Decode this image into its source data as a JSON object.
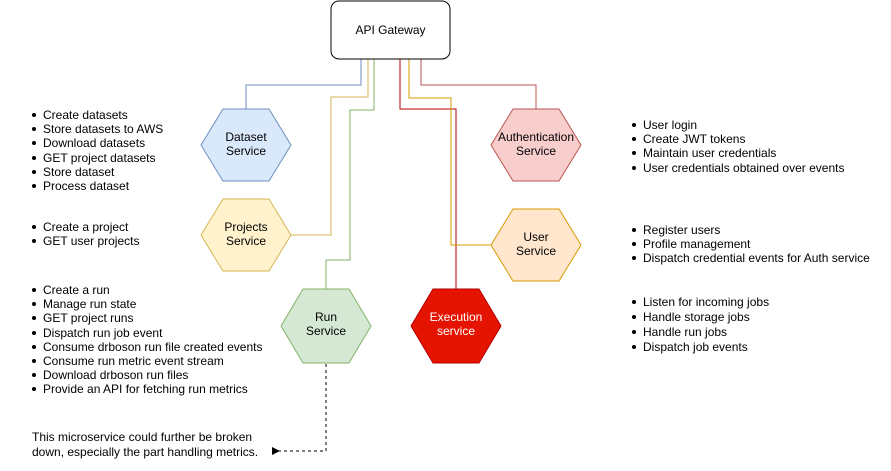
{
  "gateway": {
    "label": "API Gateway"
  },
  "services": {
    "dataset": {
      "line1": "Dataset",
      "line2": "Service"
    },
    "projects": {
      "line1": "Projects",
      "line2": "Service"
    },
    "run": {
      "line1": "Run",
      "line2": "Service"
    },
    "execution": {
      "line1": "Execution",
      "line2": "service"
    },
    "auth": {
      "line1": "Authentication",
      "line2": "Service"
    },
    "user": {
      "line1": "User",
      "line2": "Service"
    }
  },
  "lists": {
    "dataset": [
      "Create datasets",
      "Store datasets to AWS",
      "Download datasets",
      "GET project datasets",
      "Store dataset",
      "Process dataset"
    ],
    "projects": [
      "Create a project",
      "GET user projects"
    ],
    "run": [
      "Create a run",
      "Manage run state",
      "GET project runs",
      "Dispatch run job event",
      "Consume drboson run file created events",
      "Consume run metric event stream",
      "Download drboson run files",
      "Provide an API for fetching run metrics"
    ],
    "auth": [
      "User login",
      "Create JWT tokens",
      "Maintain user credentials",
      "User credentials obtained over events"
    ],
    "user": [
      "Register users",
      "Profile management",
      "Dispatch credential events for Auth service"
    ],
    "execution": [
      "Listen for incoming jobs",
      "Handle storage jobs",
      "Handle run jobs",
      "Dispatch job events"
    ]
  },
  "note": {
    "line1": "This microservice could further be broken",
    "line2": "down, especially the part handling metrics."
  },
  "colors": {
    "dataset": {
      "fill": "#dae8fc",
      "stroke": "#6c8ebf"
    },
    "projects": {
      "fill": "#fff2cc",
      "stroke": "#d6b656"
    },
    "run": {
      "fill": "#d5e8d4",
      "stroke": "#82b366"
    },
    "execution": {
      "fill": "#e51400",
      "stroke": "#b20000",
      "text": "#ffffff"
    },
    "auth": {
      "fill": "#f8cecc",
      "stroke": "#b85450"
    },
    "user": {
      "fill": "#ffe6cc",
      "stroke": "#d79b00"
    }
  }
}
